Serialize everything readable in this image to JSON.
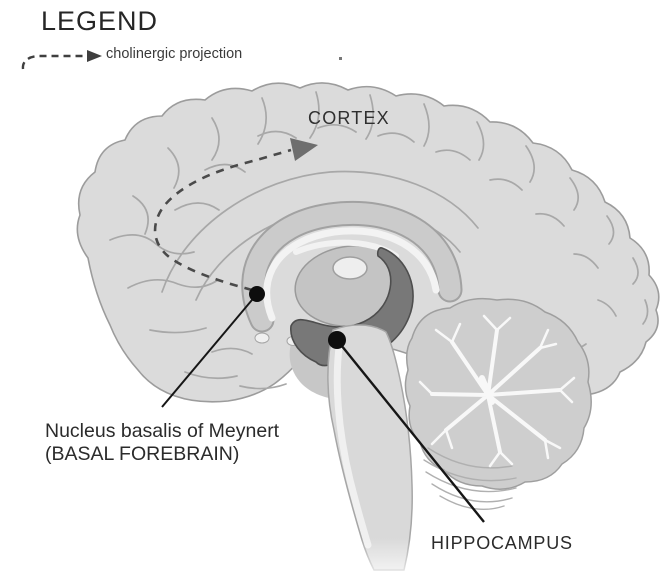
{
  "legend": {
    "title": "LEGEND",
    "items": [
      {
        "symbol": "dashed-arrow-icon",
        "label": "cholinergic projection"
      }
    ]
  },
  "annotations": [
    {
      "name": "cortex",
      "label": "CORTEX",
      "marker": "dashed-arrowhead"
    },
    {
      "name": "nucleus-basalis",
      "label": "Nucleus basalis of Meynert",
      "sublabel": "(BASAL FOREBRAIN)",
      "marker": "dot-with-pointer-line"
    },
    {
      "name": "hippocampus",
      "label": "HIPPOCAMPUS",
      "marker": "dot-with-pointer-line"
    }
  ],
  "colors": {
    "background": "#ffffff",
    "brain_fill": "#dbdbdb",
    "brain_outline": "#9c9c9c",
    "inner_structures": "#c6c6c6",
    "hippocampus_fill": "#787878",
    "cerebellum_fill": "#cecece",
    "dashed_projection": "#4a4a4a",
    "arrowhead": "#6e6e6e",
    "pointer_line": "#161616",
    "text": "#2d2d2d"
  }
}
